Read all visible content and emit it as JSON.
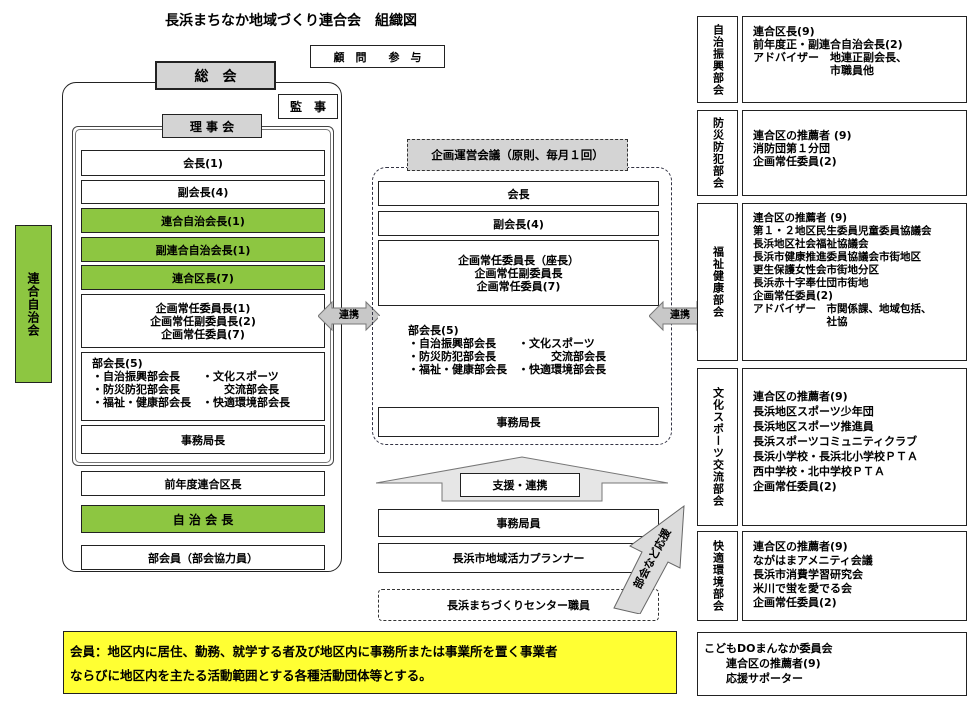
{
  "title": "長浜まちなか地域づくり連合会　組織図",
  "advisors": "顧　問　　参　与",
  "left": {
    "soukai": "総　会",
    "kanji": "監　事",
    "rijikai": "理 事 会",
    "items": [
      "会長(1)",
      "副会長(4)",
      "連合自治会長(1)",
      "副連合自治会長(1)",
      "連合区長(7)"
    ],
    "jouninIn": "企画常任委員長(1)\n企画常任副委員長(2)\n企画常任委員(7)",
    "bukai": "部会長(5)\n・自治振興部会長　　・文化スポーツ\n・防災防犯部会長　　　　交流部会長\n・福祉・健康部会長　・快適環境部会長",
    "jimukyoku": "事務局長",
    "zennendo": "前年度連合区長",
    "jichi": "自 治 会 長",
    "buin": "部会員（部会協力員）"
  },
  "far_left": "連合自治会",
  "renkei": "連携",
  "center": {
    "kikaku": "企画運営会議（原則、毎月１回）",
    "kaicho": "会長",
    "fuku": "副会長(4)",
    "jounin": "企画常任委員長（座長）\n企画常任副委員長\n企画常任委員(7)",
    "bukai": "部会長(5)\n・自治振興部会長　　・文化スポーツ\n・防災防犯部会長　　　　　交流部会長\n・福祉・健康部会長　・快適環境部会長",
    "jimukyoku": "事務局長",
    "shien": "支援・連携",
    "jimukyokuin": "事務局員",
    "planner": "長浜市地域活力プランナー",
    "center_staff": "長浜まちづくりセンター職員",
    "arrow_label": "部会など応援"
  },
  "right": [
    {
      "label": "自治振興部会",
      "text": "連合区長(9)\n前年度正・副連合自治会長(2)\nアドバイザー　地連正副会長、\n　　　　　　　市職員他"
    },
    {
      "label": "防災防犯部会",
      "text": "連合区の推薦者 (9)\n消防団第１分団\n企画常任委員(2)"
    },
    {
      "label": "福祉健康部会",
      "text": "連合区の推薦者 (9)\n第１・２地区民生委員児童委員協議会\n長浜地区社会福祉協議会\n長浜市健康推進委員協議会市街地区\n更生保護女性会市街地分区\n長浜赤十字奉仕団市街地\n企画常任委員(2)\nアドバイザー　市関係課、地域包括、\n　　　　　　　社協"
    },
    {
      "label": "文化スポーツ交流部会",
      "text": "連合区の推薦者(9)\n長浜地区スポーツ少年団\n長浜地区スポーツ推進員\n長浜スポーツコミュニティクラブ\n長浜小学校・長浜北小学校ＰＴＡ\n西中学校・北中学校ＰＴＡ\n企画常任委員(2)"
    },
    {
      "label": "快適環境部会",
      "text": "連合区の推薦者(9)\nながはまアメニティ会議\n長浜市消費学習研究会\n米川で蛍を愛でる会\n企画常任委員(2)"
    }
  ],
  "kodomo": "こどもDOまんなか委員会\n　　連合区の推薦者(9)\n　　応援サポーター",
  "note": "会員：地区内に居住、勤務、就学する者及び地区内に事務所または事業所を置く事業者\nならびに地区内を主たる活動範囲とする各種活動団体等とする。",
  "colors": {
    "green": "#8dc641",
    "gray": "#d4d4d4",
    "note_bg": "#ffff33"
  }
}
